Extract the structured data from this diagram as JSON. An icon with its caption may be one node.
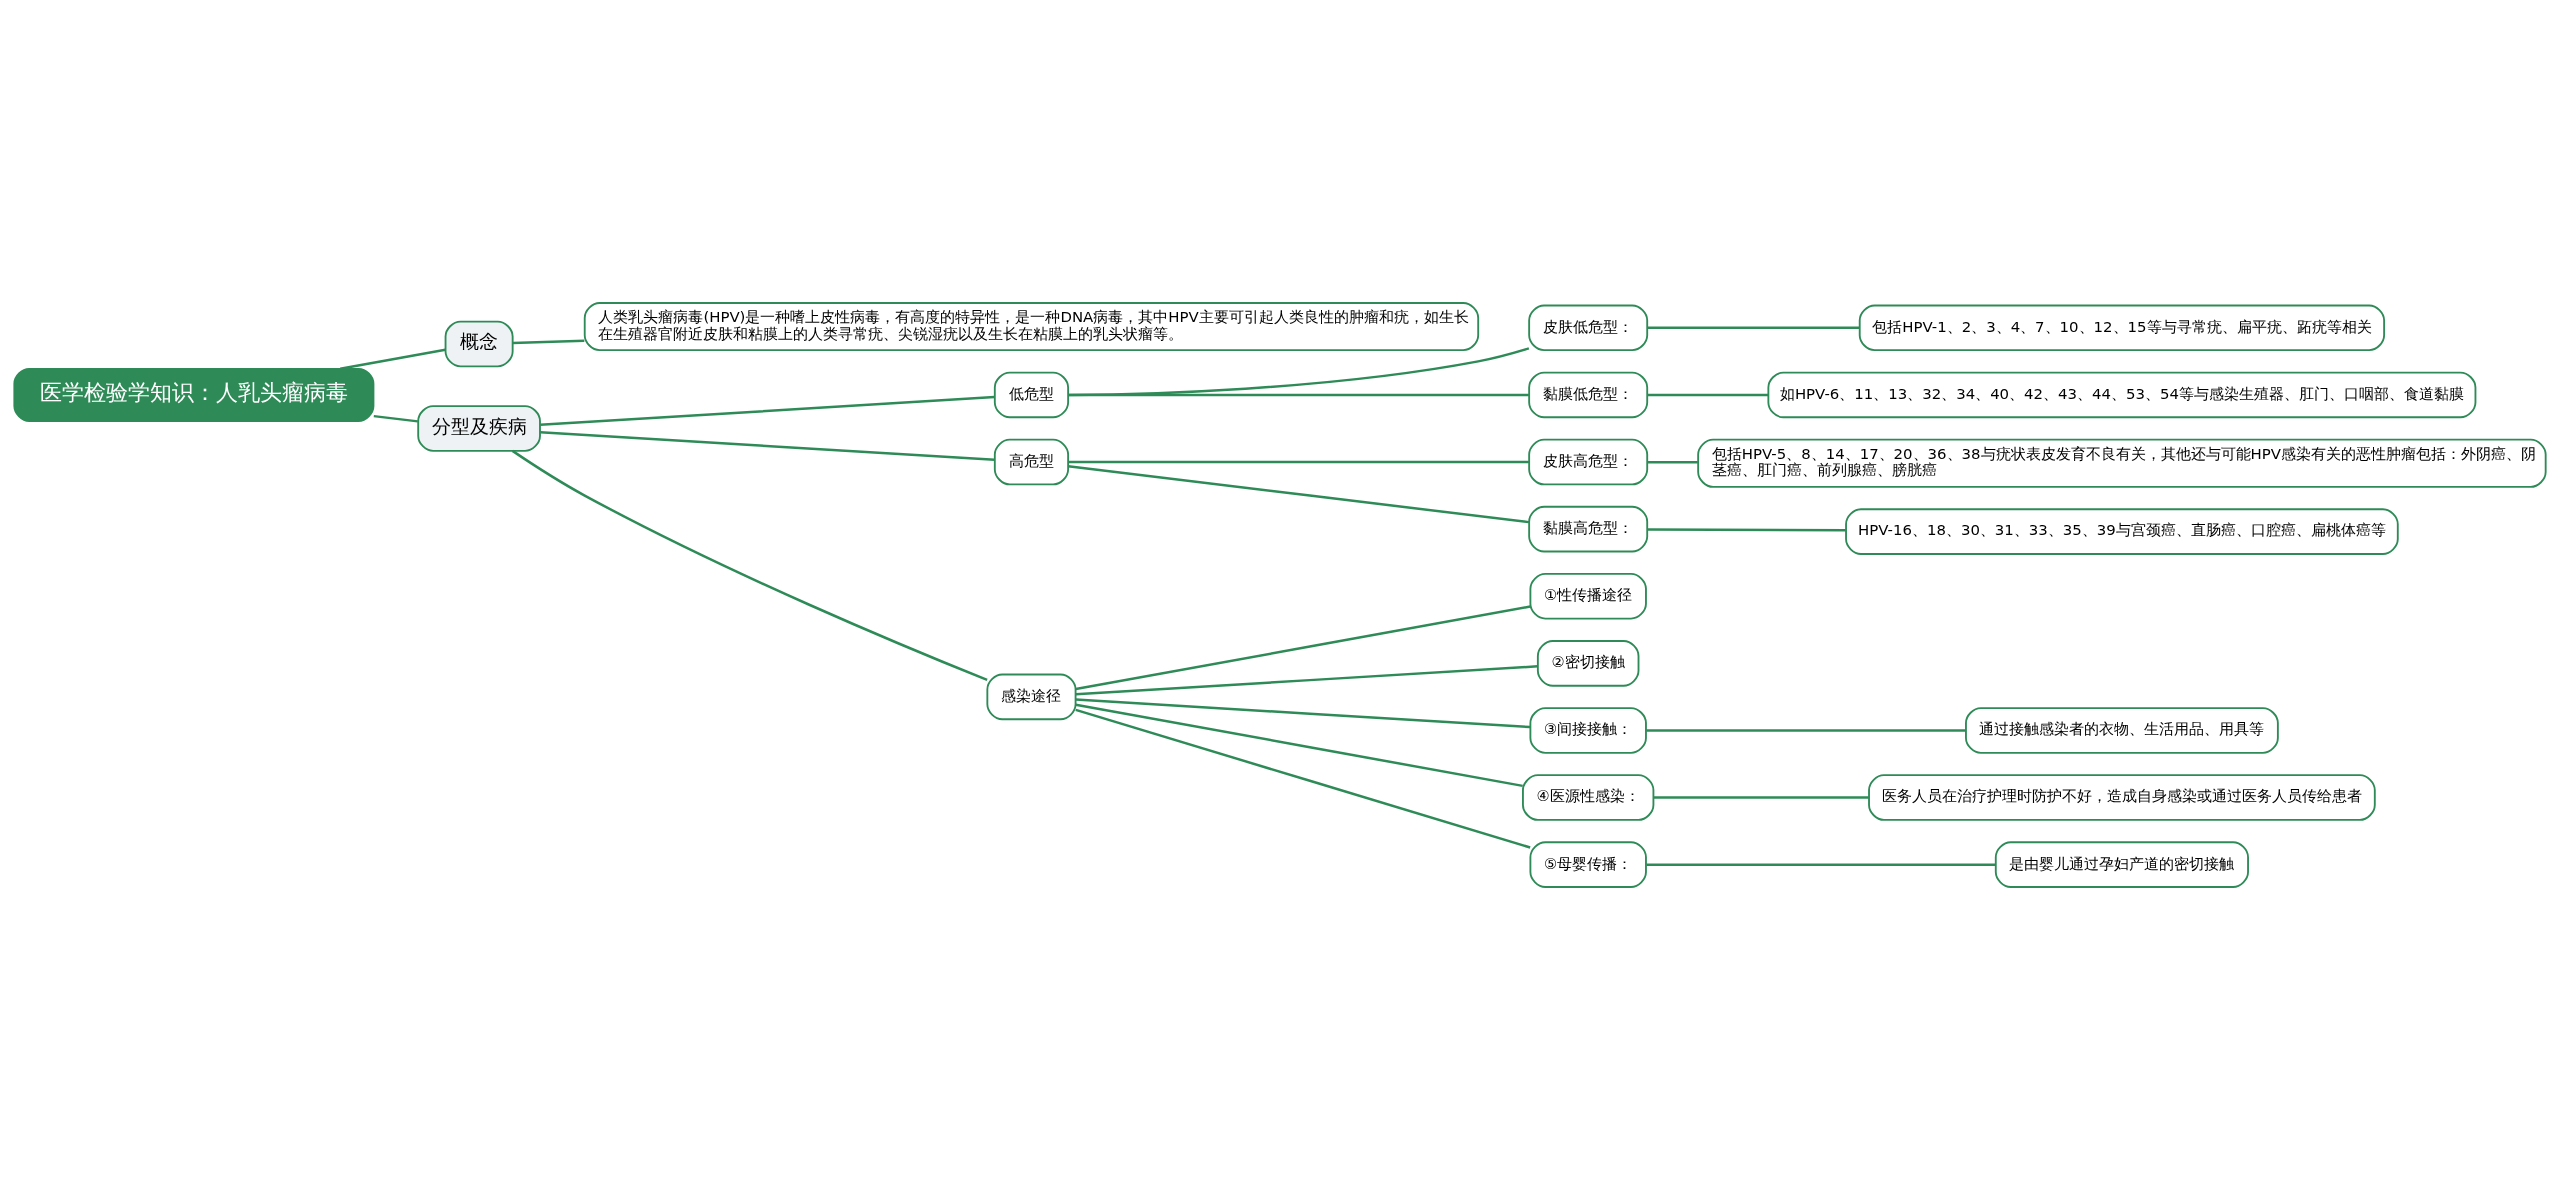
{
  "diagram": {
    "nodes": [
      {
        "text": [
          "医学检验学知识：人乳头瘤病毒"
        ]
      },
      {
        "text": [
          "概念"
        ]
      },
      {
        "text": [
          "人类乳头瘤病毒(HPV)是一种嗜上皮性病毒，有高度的特异性，是一种DNA病毒，其中HPV主要可引起人类良性的肿瘤和疣，如生长在生殖器官附近皮肤和粘膜上的人类寻常疣、尖锐湿疣以及生长在粘膜上的乳头状瘤等。"
        ]
      },
      {
        "text": [
          "分型及疾病"
        ]
      },
      {
        "text": [
          "低危型"
        ]
      },
      {
        "text": [
          "皮肤低危型："
        ]
      },
      {
        "text": [
          "包括HPV-1、2、3、4、7、10、12、15等与寻常疣、扁平疣、跖疣等相关"
        ]
      },
      {
        "text": [
          "黏膜低危型："
        ]
      },
      {
        "text": [
          "如HPV-6、11、13、32、34、40、42、43、44、53、54等与感染生殖器、肛门、口咽部、食道黏膜"
        ]
      },
      {
        "text": [
          "高危型"
        ]
      },
      {
        "text": [
          "皮肤高危型："
        ]
      },
      {
        "text": [
          "包括HPV-5、8、14、17、20、36、38与疣状表皮发育不良有关，其他还与可能HPV感染有关的恶性肿瘤包括：外阴癌、阴茎癌、肛门癌、前列腺癌、膀胱癌"
        ]
      },
      {
        "text": [
          "黏膜高危型："
        ]
      },
      {
        "text": [
          "HPV-16、18、30、31、33、35、39与宫颈癌、直肠癌、口腔癌、扁桃体癌等"
        ]
      },
      {
        "text": [
          "感染途径"
        ]
      },
      {
        "text": [
          "①性传播途径"
        ]
      },
      {
        "text": [
          "②密切接触"
        ]
      },
      {
        "text": [
          "③间接接触："
        ]
      },
      {
        "text": [
          "通过接触感染者的衣物、生活用品、用具等"
        ]
      },
      {
        "text": [
          "④医源性感染："
        ]
      },
      {
        "text": [
          "医务人员在治疗护理时防护不好，造成自身感染或通过医务人员传给患者"
        ]
      },
      {
        "text": [
          "⑤母婴传播："
        ]
      },
      {
        "text": [
          "是由婴儿通过孕妇产道的密切接触"
        ]
      }
    ],
    "edges": [
      {
        "from": 0,
        "to": 1,
        "arrow": "none"
      },
      {
        "from": 1,
        "to": 2,
        "arrow": "none"
      },
      {
        "from": 0,
        "to": 3,
        "arrow": "none"
      },
      {
        "from": 3,
        "to": 4,
        "arrow": "none"
      },
      {
        "from": 4,
        "to": 5,
        "arrow": "none"
      },
      {
        "from": 5,
        "to": 6,
        "arrow": "none"
      },
      {
        "from": 4,
        "to": 7,
        "arrow": "none"
      },
      {
        "from": 7,
        "to": 8,
        "arrow": "none"
      },
      {
        "from": 3,
        "to": 9,
        "arrow": "none"
      },
      {
        "from": 9,
        "to": 10,
        "arrow": "none"
      },
      {
        "from": 10,
        "to": 11,
        "arrow": "none"
      },
      {
        "from": 9,
        "to": 12,
        "arrow": "none"
      },
      {
        "from": 12,
        "to": 13,
        "arrow": "none"
      },
      {
        "from": 3,
        "to": 14,
        "arrow": "none"
      },
      {
        "from": 14,
        "to": 15,
        "arrow": "none"
      },
      {
        "from": 14,
        "to": 16,
        "arrow": "none"
      },
      {
        "from": 14,
        "to": 17,
        "arrow": "none"
      },
      {
        "from": 17,
        "to": 18,
        "arrow": "none"
      },
      {
        "from": 14,
        "to": 19,
        "arrow": "none"
      },
      {
        "from": 19,
        "to": 20,
        "arrow": "none"
      },
      {
        "from": 14,
        "to": 21,
        "arrow": "none"
      },
      {
        "from": 21,
        "to": 22,
        "arrow": "none"
      }
    ]
  }
}
